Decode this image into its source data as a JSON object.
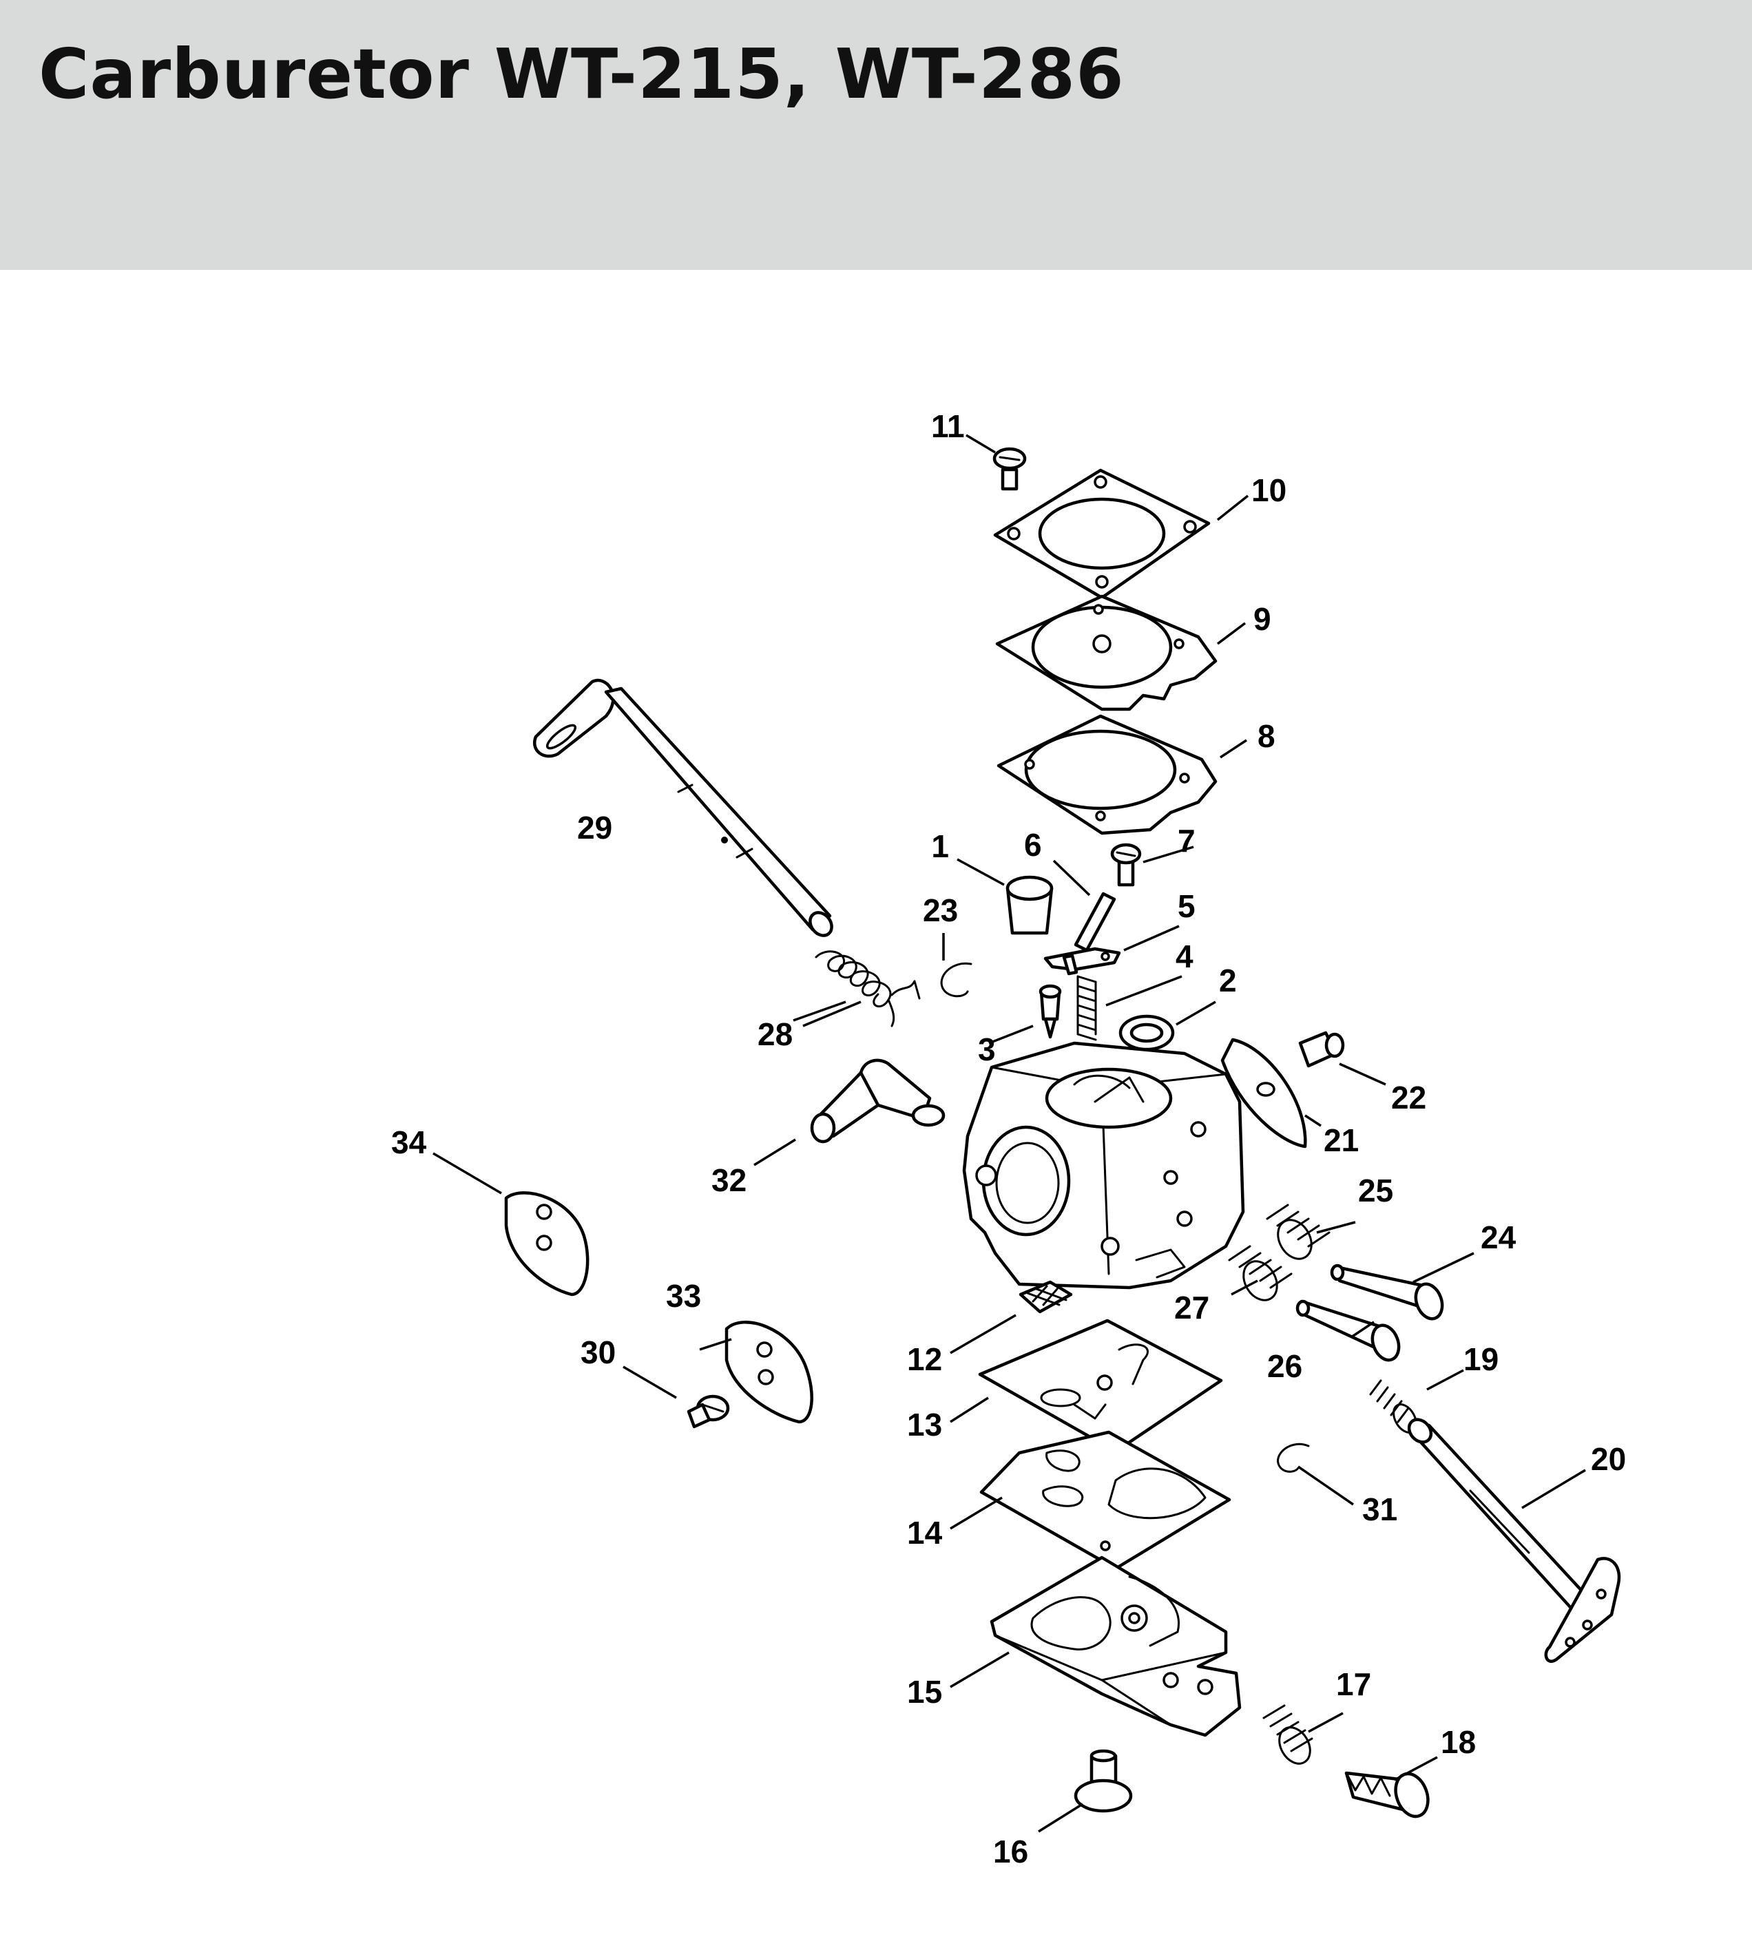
{
  "header": {
    "title": "Carburetor WT-215, WT-286",
    "background": "#d9dbda"
  },
  "diagram": {
    "part_numbers": [
      {
        "id": "p1",
        "label": "1"
      },
      {
        "id": "p2",
        "label": "2"
      },
      {
        "id": "p3",
        "label": "3"
      },
      {
        "id": "p4",
        "label": "4"
      },
      {
        "id": "p5",
        "label": "5"
      },
      {
        "id": "p6",
        "label": "6"
      },
      {
        "id": "p7",
        "label": "7"
      },
      {
        "id": "p8",
        "label": "8"
      },
      {
        "id": "p9",
        "label": "9"
      },
      {
        "id": "p10",
        "label": "10"
      },
      {
        "id": "p11",
        "label": "11"
      },
      {
        "id": "p12",
        "label": "12"
      },
      {
        "id": "p13",
        "label": "13"
      },
      {
        "id": "p14",
        "label": "14"
      },
      {
        "id": "p15",
        "label": "15"
      },
      {
        "id": "p16",
        "label": "16"
      },
      {
        "id": "p17",
        "label": "17"
      },
      {
        "id": "p18",
        "label": "18"
      },
      {
        "id": "p19",
        "label": "19"
      },
      {
        "id": "p20",
        "label": "20"
      },
      {
        "id": "p21",
        "label": "21"
      },
      {
        "id": "p22",
        "label": "22"
      },
      {
        "id": "p23",
        "label": "23"
      },
      {
        "id": "p24",
        "label": "24"
      },
      {
        "id": "p25",
        "label": "25"
      },
      {
        "id": "p26",
        "label": "26"
      },
      {
        "id": "p27",
        "label": "27"
      },
      {
        "id": "p28",
        "label": "28"
      },
      {
        "id": "p29",
        "label": "29"
      },
      {
        "id": "p30",
        "label": "30"
      },
      {
        "id": "p31",
        "label": "31"
      },
      {
        "id": "p32",
        "label": "32"
      },
      {
        "id": "p33",
        "label": "33"
      },
      {
        "id": "p34",
        "label": "34"
      }
    ]
  }
}
